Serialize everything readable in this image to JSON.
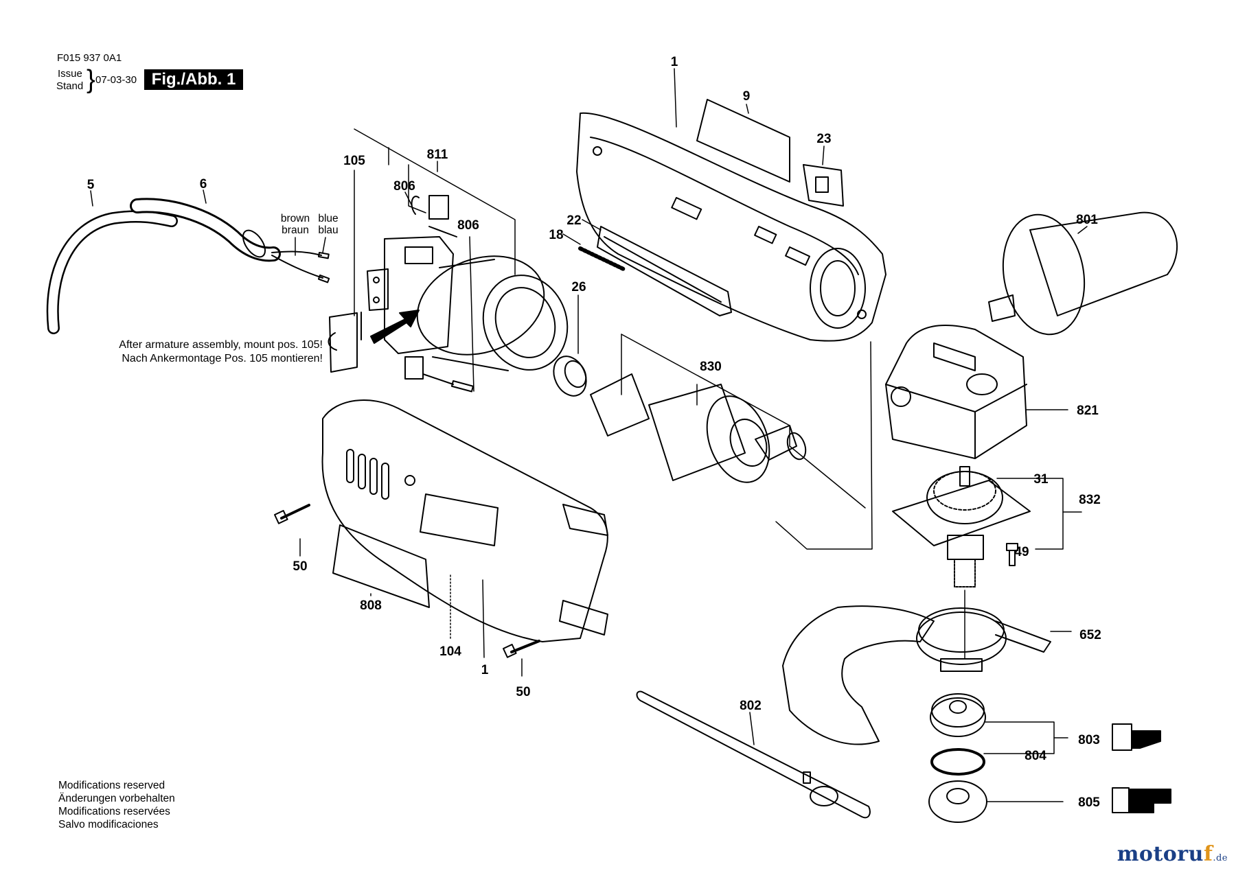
{
  "header": {
    "doc_number": "F015 937 0A1",
    "issue_label": "Issue",
    "stand_label": "Stand",
    "date": "07-03-30",
    "figure_label": "Fig./Abb. 1"
  },
  "note": {
    "line_en": "After armature assembly, mount pos. 105!",
    "line_de": "Nach Ankermontage Pos. 105 montieren!"
  },
  "wire_labels": {
    "brown_en": "brown",
    "brown_de": "braun",
    "blue_en": "blue",
    "blue_de": "blau"
  },
  "modifications": {
    "en": "Modifications reserved",
    "de": "Änderungen vorbehalten",
    "fr": "Modifications reservées",
    "es": "Salvo modificaciones"
  },
  "watermark": {
    "main": "motoruf",
    "tld": ".de"
  },
  "part_labels": {
    "p1_top": "1",
    "p9": "9",
    "p23": "23",
    "p105": "105",
    "p811": "811",
    "p806_a": "806",
    "p806_b": "806",
    "p5": "5",
    "p6": "6",
    "p22": "22",
    "p18": "18",
    "p26": "26",
    "p801": "801",
    "p830": "830",
    "p821": "821",
    "p31": "31",
    "p832": "832",
    "p49": "49",
    "p50_left": "50",
    "p808": "808",
    "p104": "104",
    "p1_bottom": "1",
    "p50_bottom": "50",
    "p652": "652",
    "p802": "802",
    "p803": "803",
    "p804": "804",
    "p805": "805"
  },
  "colors": {
    "ink": "#000000",
    "paper": "#ffffff",
    "watermark_blue": "#1a3f86",
    "watermark_orange": "#e0941a"
  }
}
